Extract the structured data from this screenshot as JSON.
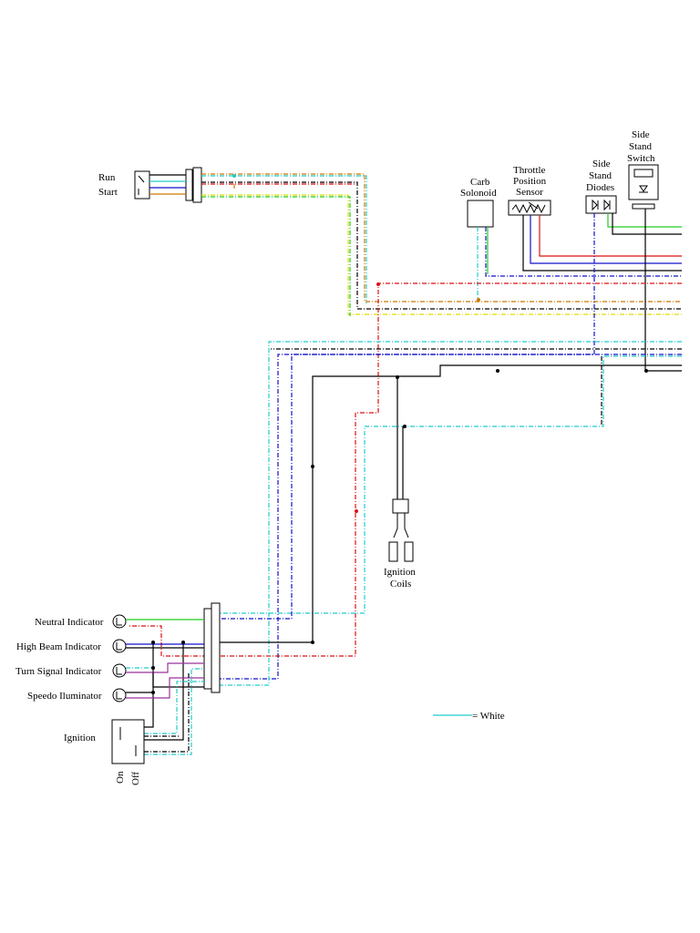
{
  "labels": {
    "run": "Run",
    "start": "Start",
    "carb_1": "Carb",
    "carb_2": "Solonoid",
    "tps_1": "Throttle",
    "tps_2": "Position",
    "tps_3": "Sensor",
    "ssd_1": "Side",
    "ssd_2": "Stand",
    "ssd_3": "Diodes",
    "sss_1": "Side",
    "sss_2": "Stand",
    "sss_3": "Switch",
    "coils_1": "Ignition",
    "coils_2": "Coils",
    "neutral": "Neutral Indicator",
    "highbeam": "High Beam Indicator",
    "turn": "Turn Signal Indicator",
    "speedo": "Speedo Iluminator",
    "ignition": "Ignition",
    "on": "On",
    "off": "Off",
    "legend": "= White"
  },
  "colors": {
    "white_wire": "#22cccc",
    "black": "#000000",
    "red": "#dd1111",
    "blue": "#1111cc",
    "green": "#22cc22",
    "yellow": "#dddd00",
    "orange": "#cc7700",
    "purple": "#993399"
  }
}
